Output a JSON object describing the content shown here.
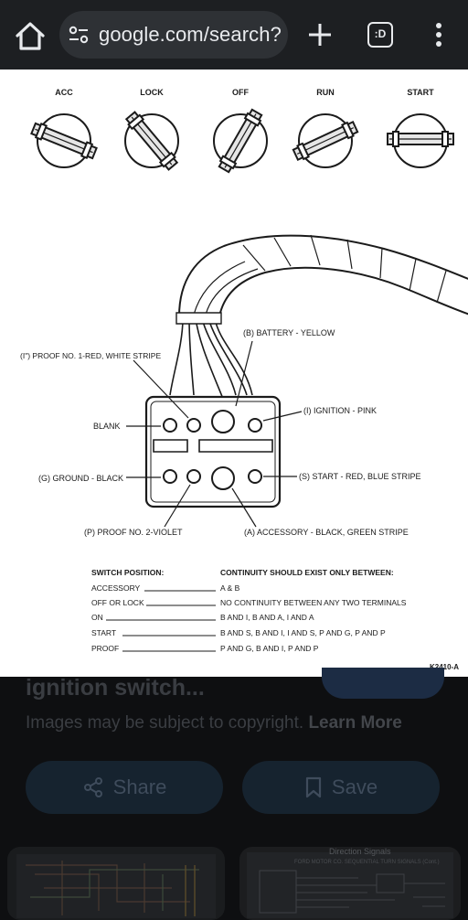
{
  "browser": {
    "url": "google.com/search?",
    "tabs_label": ":D"
  },
  "diagram": {
    "positions": [
      "ACC",
      "LOCK",
      "OFF",
      "RUN",
      "START"
    ],
    "labels": {
      "battery": "(B) BATTERY - YELLOW",
      "proof1": "(I\") PROOF NO. 1-RED, WHITE STRIPE",
      "ignition": "(I) IGNITION - PINK",
      "blank": "BLANK",
      "ground": "(G) GROUND - BLACK",
      "start": "(S) START - RED, BLUE STRIPE",
      "proof2": "(P) PROOF NO. 2-VIOLET",
      "accessory": "(A) ACCESSORY - BLACK, GREEN STRIPE"
    },
    "table": {
      "header_position": "SWITCH POSITION:",
      "header_continuity": "CONTINUITY SHOULD EXIST ONLY BETWEEN:",
      "rows": [
        {
          "position": "ACCESSORY",
          "continuity": "A & B"
        },
        {
          "position": "OFF OR LOCK",
          "continuity": "NO CONTINUITY BETWEEN ANY TWO TERMINALS"
        },
        {
          "position": "ON",
          "continuity": "B AND I, B AND A, I AND A"
        },
        {
          "position": "START",
          "continuity": "B AND S, B AND I, I AND S, P AND G, P AND P"
        },
        {
          "position": "PROOF",
          "continuity": "P AND G, B AND I, P AND P"
        }
      ]
    },
    "code": "K2410-A"
  },
  "result": {
    "title": "ignition switch...",
    "copyright": "Images may be subject to copyright.",
    "learn_more": "Learn More",
    "share_label": "Share",
    "save_label": "Save"
  },
  "thumbs": {
    "second_title": "Direction Signals",
    "second_sub": "FORD MOTOR CO. SEQUENTIAL TURN SIGNALS (Cont.)"
  }
}
